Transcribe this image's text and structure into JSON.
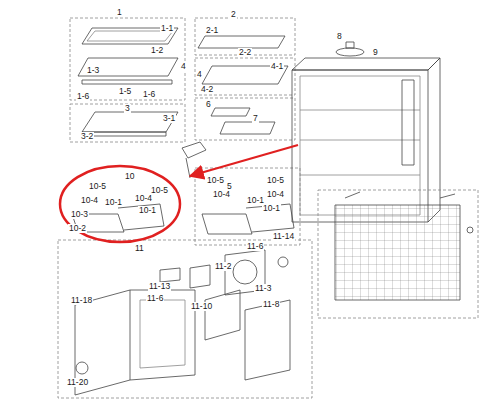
{
  "diagram": {
    "nodes": [
      {
        "text": [
          "10",
          "10-5",
          "10-5",
          "10-4",
          "10-1",
          "10-4",
          "10-1",
          "10-3",
          "10-2"
        ]
      }
    ],
    "labels": [
      "1",
      "1-1",
      "1-2",
      "1-3",
      "4",
      "1-5",
      "1-6",
      "1-6",
      "3",
      "3-1",
      "3-2",
      "2",
      "2-1",
      "2-2",
      "4",
      "4-1",
      "4-2",
      "8",
      "9",
      "6",
      "7",
      "5",
      "10-5",
      "10-5",
      "10-4",
      "10-4",
      "10-1",
      "10-1",
      "11",
      "11-6",
      "11-14",
      "11-2",
      "11-13",
      "11-6",
      "11-3",
      "11-10",
      "11-18",
      "11-8",
      "11-20"
    ]
  }
}
